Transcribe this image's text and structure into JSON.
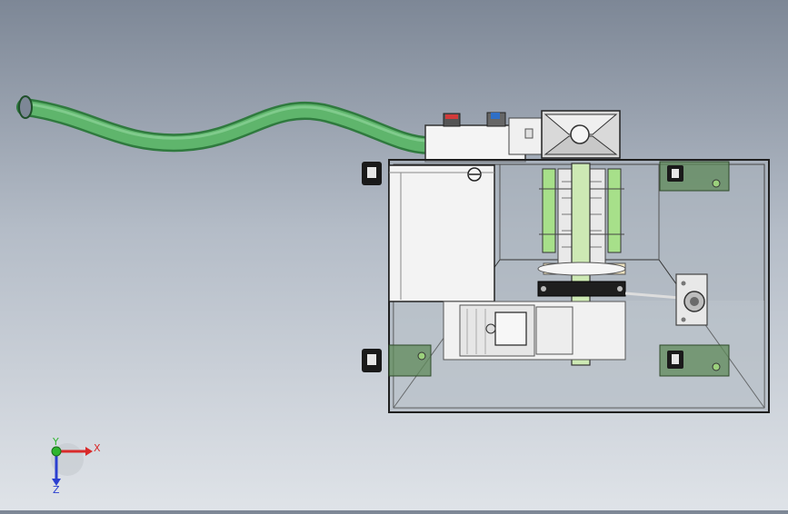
{
  "scene": {
    "background_top": "#7d8796",
    "background_bottom": "#dfe3e8",
    "hose_color": "#4fa35f",
    "frame_color": "#2b2b2b",
    "glass_color": "#9aa3ad",
    "panel_color": "#f2f2f2",
    "bracket_color": "#5f8a59",
    "screw_color": "#9bd07c",
    "accent_red": "#d23a3a",
    "accent_blue": "#2f6fc7"
  },
  "triad": {
    "x_label": "X",
    "y_label": "Y",
    "z_label": "Z",
    "x_color": "#d92a2a",
    "y_color": "#2fb52f",
    "z_color": "#2b3fd0"
  }
}
